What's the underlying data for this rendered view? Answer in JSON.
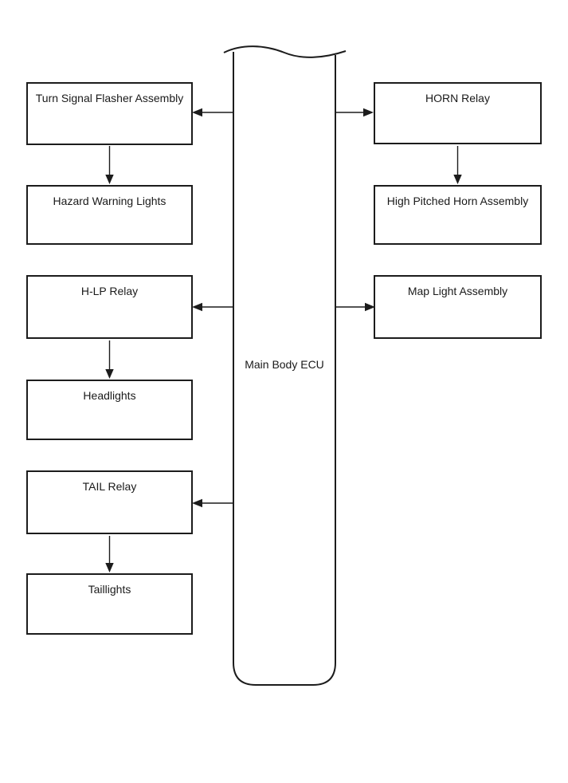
{
  "diagram": {
    "center_node": {
      "label": "Main Body ECU"
    },
    "left_nodes": [
      {
        "label": "Turn Signal Flasher Assembly"
      },
      {
        "label": "Hazard Warning Lights"
      },
      {
        "label": "H-LP Relay"
      },
      {
        "label": "Headlights"
      },
      {
        "label": "TAIL Relay"
      },
      {
        "label": "Taillights"
      }
    ],
    "right_nodes": [
      {
        "label": "HORN Relay"
      },
      {
        "label": "High Pitched Horn Assembly"
      },
      {
        "label": "Map Light Assembly"
      }
    ],
    "colors": {
      "line": "#1c1c1c",
      "background": "#ffffff"
    }
  }
}
